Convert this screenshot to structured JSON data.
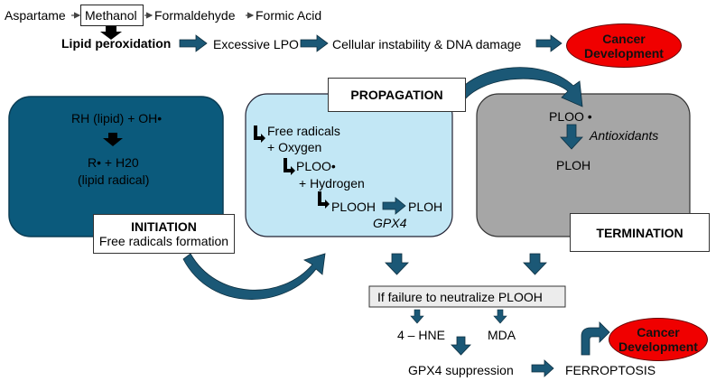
{
  "chain": {
    "aspartame": "Aspartame",
    "methanol": "Methanol",
    "formaldehyde": "Formaldehyde",
    "formic_acid": "Formic Acid"
  },
  "lipid_row": {
    "lipid_peroxidation": "Lipid peroxidation",
    "excessive_lpo": "Excessive LPO",
    "cellular_instability": "Cellular instability & DNA damage"
  },
  "cancer_top": {
    "line1": "Cancer",
    "line2": "Development"
  },
  "initiation": {
    "line1": "RH (lipid) + OH•",
    "line2": "R• + H20",
    "line3": "(lipid radical)",
    "label_title": "INITIATION",
    "label_sub": "Free radicals formation"
  },
  "propagation": {
    "label": "PROPAGATION",
    "free_radicals": "Free radicals",
    "oxygen": "+ Oxygen",
    "plooo": "PLOO•",
    "hydrogen": "+ Hydrogen",
    "plooh": "PLOOH",
    "ploh": "PLOH",
    "gpx4": "GPX4"
  },
  "termination": {
    "plooo": "PLOO •",
    "antioxidants": "Antioxidants",
    "ploh": "PLOH",
    "label": "TERMINATION"
  },
  "failure": {
    "text": "If failure to neutralize PLOOH",
    "hne": "4 – HNE",
    "mda": "MDA",
    "gpx4_suppression": "GPX4 suppression",
    "ferroptosis": "FERROPTOSIS"
  },
  "cancer_bottom": {
    "line1": "Cancer",
    "line2": "Development"
  },
  "colors": {
    "initiation_fill": "#0b5a7c",
    "propagation_fill": "#c2e7f5",
    "termination_fill": "#a6a6a6",
    "arrow_fill": "#1b5876",
    "cancer_fill": "#f00000",
    "failure_fill": "#ececec"
  }
}
